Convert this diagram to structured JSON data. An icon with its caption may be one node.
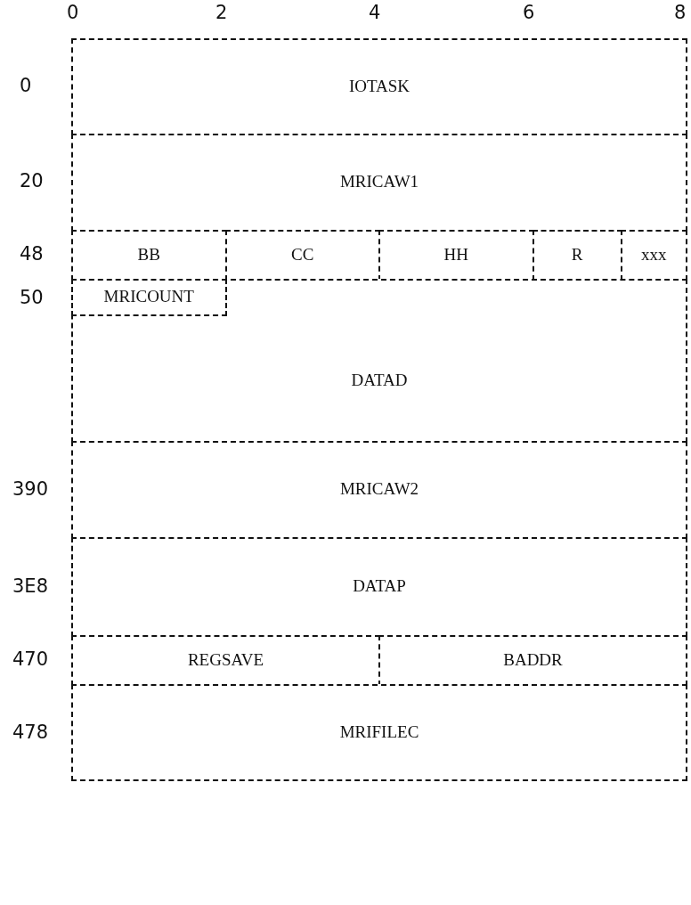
{
  "diagram": {
    "nodes": [
      {
        "text": [
          "IOTASK"
        ]
      },
      {
        "text": [
          "MRICAW1"
        ]
      },
      {
        "text": [
          "BB"
        ]
      },
      {
        "text": [
          "CC"
        ]
      },
      {
        "text": [
          "HH"
        ]
      },
      {
        "text": [
          "R"
        ]
      },
      {
        "text": [
          "xxx"
        ]
      },
      {
        "text": [
          "DATAD"
        ]
      },
      {
        "text": [
          "MRICOUNT"
        ],
        "in": 7
      },
      {
        "text": [
          "MRICAW2"
        ]
      },
      {
        "text": [
          "DATAP"
        ]
      },
      {
        "text": [
          "REGSAVE"
        ]
      },
      {
        "text": [
          "BADDR"
        ]
      },
      {
        "text": [
          "MRIFILEC"
        ]
      }
    ],
    "labels": [
      "0",
      "2",
      "4",
      "6",
      "8",
      "0",
      "20",
      "48",
      "50",
      "390",
      "3E8",
      "470",
      "478"
    ]
  }
}
